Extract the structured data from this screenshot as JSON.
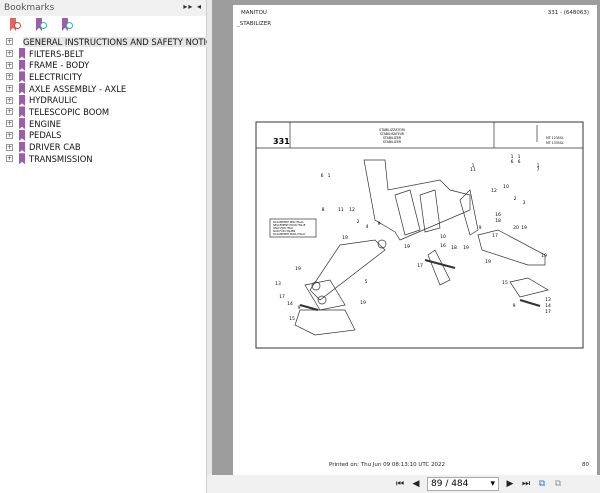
{
  "panel": {
    "title": "Bookmarks",
    "controls": "▸▸ ◂",
    "tools": [
      "delete-bookmark",
      "new-bookmark",
      "bookmark-properties"
    ]
  },
  "bookmarks": [
    {
      "label": "GENERAL INSTRUCTIONS AND SAFETY NOTICE",
      "selected": true
    },
    {
      "label": "FILTERS-BELT"
    },
    {
      "label": "FRAME - BODY"
    },
    {
      "label": "ELECTRICITY"
    },
    {
      "label": "AXLE ASSEMBLY - AXLE"
    },
    {
      "label": "HYDRAULIC"
    },
    {
      "label": "TELESCOPIC BOOM"
    },
    {
      "label": "ENGINE"
    },
    {
      "label": "PEDALS"
    },
    {
      "label": "DRIVER CAB"
    },
    {
      "label": "TRANSMISSION"
    }
  ],
  "page": {
    "brand": "MANITOU",
    "ref": "331 - (648063)",
    "section": "_STABILIZER",
    "plate": {
      "number": "331",
      "titles": [
        "STABILIZZATORI",
        "STABILISATEUR",
        "STABILIZER",
        "STABILIZER"
      ],
      "models": [
        "MT 1235SL",
        "MT 1335SL"
      ]
    },
    "note": [
      "SOLAMENTE PER ITALIA",
      "SEULEMENT POUR ITALIE",
      "ONLY FOR ITALY",
      "NUR FÜR ITALIEN",
      "SOLAMENTE PARA ITALIA"
    ],
    "callouts": [
      "6",
      "1",
      "8",
      "11",
      "12",
      "2",
      "4",
      "9",
      "19",
      "19",
      "10",
      "16",
      "18",
      "17",
      "19",
      "5",
      "13",
      "17",
      "14",
      "9",
      "15",
      "19",
      "1",
      "11",
      "1",
      "6",
      "1",
      "6",
      "1",
      "7",
      "12",
      "10",
      "2",
      "3",
      "16",
      "18",
      "9",
      "17",
      "20",
      "19",
      "19",
      "19",
      "19",
      "15",
      "13",
      "14",
      "17",
      "9"
    ],
    "printed": "Printed on:  Thu Jun 09 08:13:10 UTC 2022",
    "page_no": "80"
  },
  "toolbar": {
    "page_field": "89 / 484"
  }
}
